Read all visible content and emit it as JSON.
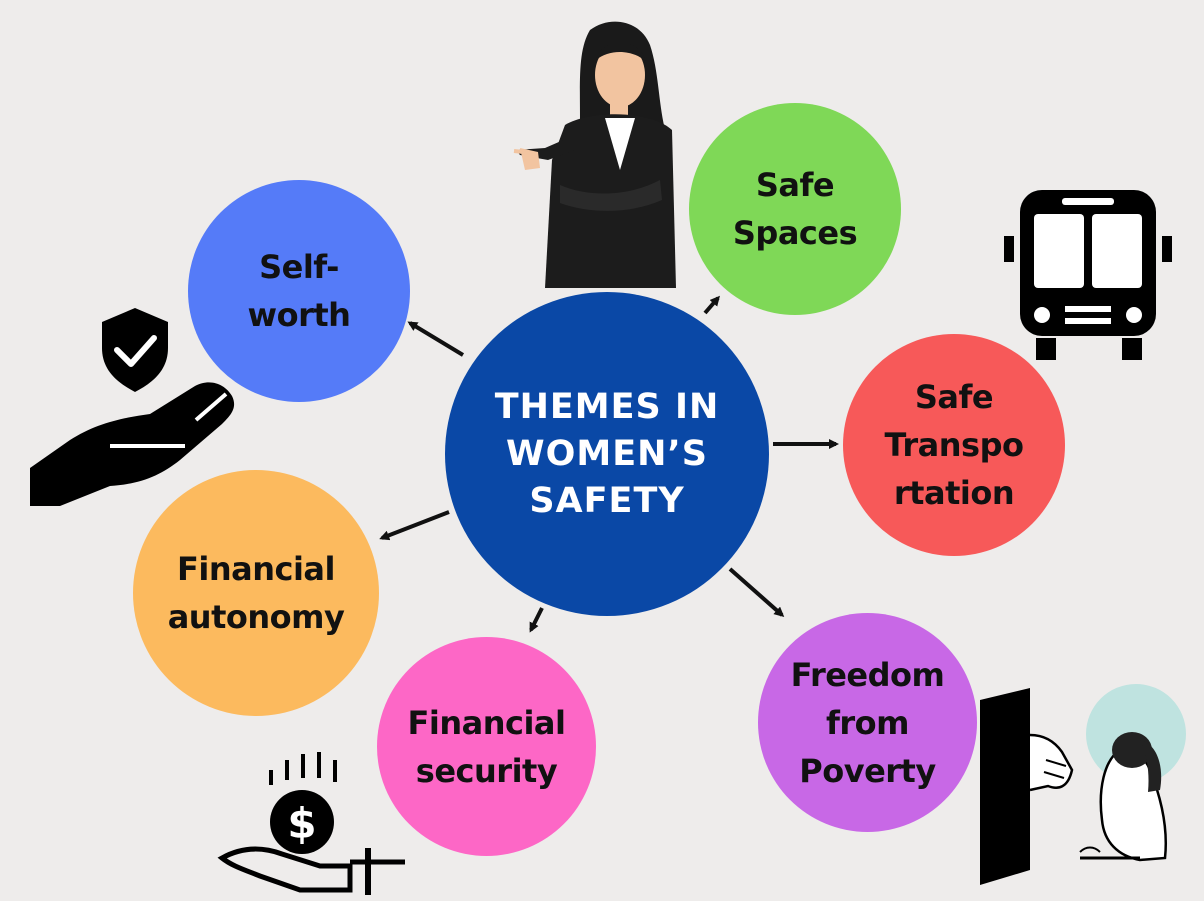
{
  "diagram": {
    "center": {
      "label": "THEMES IN\nWOMEN’S\nSAFETY",
      "color": "#0a48a6"
    },
    "nodes": [
      {
        "id": "self-worth",
        "label": "Self-\nworth",
        "color": "#557bf8"
      },
      {
        "id": "safe-spaces",
        "label": "Safe\nSpaces",
        "color": "#7fd857"
      },
      {
        "id": "safe-transportation",
        "label": "Safe\nTranspo\nrtation",
        "color": "#f75959"
      },
      {
        "id": "financial-autonomy",
        "label": "Financial\nautonomy",
        "color": "#fcba5e"
      },
      {
        "id": "financial-security",
        "label": "Financial\nsecurity",
        "color": "#fd67c6"
      },
      {
        "id": "freedom-from-poverty",
        "label": "Freedom\nfrom\nPoverty",
        "color": "#c868e6"
      }
    ],
    "icons": [
      "businesswoman-illustration",
      "bus-icon",
      "shield-check-hand-icon",
      "money-hand-icon",
      "helping-hand-door-illustration"
    ]
  }
}
